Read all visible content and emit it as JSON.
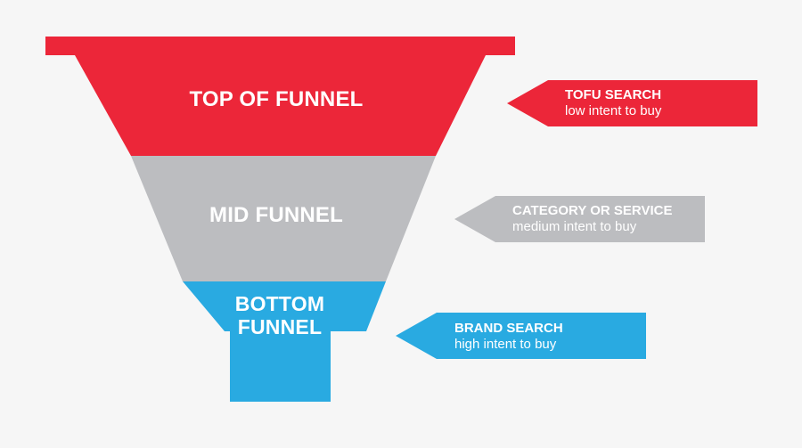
{
  "colors": {
    "background": "#f6f6f6",
    "top": "#ec2639",
    "mid": "#bcbdc0",
    "bottom": "#29aae1",
    "text": "#ffffff"
  },
  "funnel": {
    "top_label": "TOP OF FUNNEL",
    "mid_label": "MID FUNNEL",
    "bottom_label_line1": "BOTTOM",
    "bottom_label_line2": "FUNNEL"
  },
  "tags": {
    "tofu": {
      "title": "TOFU SEARCH",
      "subtitle": "low intent to buy",
      "color": "red"
    },
    "category": {
      "title": "CATEGORY OR SERVICE",
      "subtitle": "medium intent to buy",
      "color": "gray"
    },
    "brand": {
      "title": "BRAND SEARCH",
      "subtitle": "high intent to buy",
      "color": "blue"
    }
  }
}
